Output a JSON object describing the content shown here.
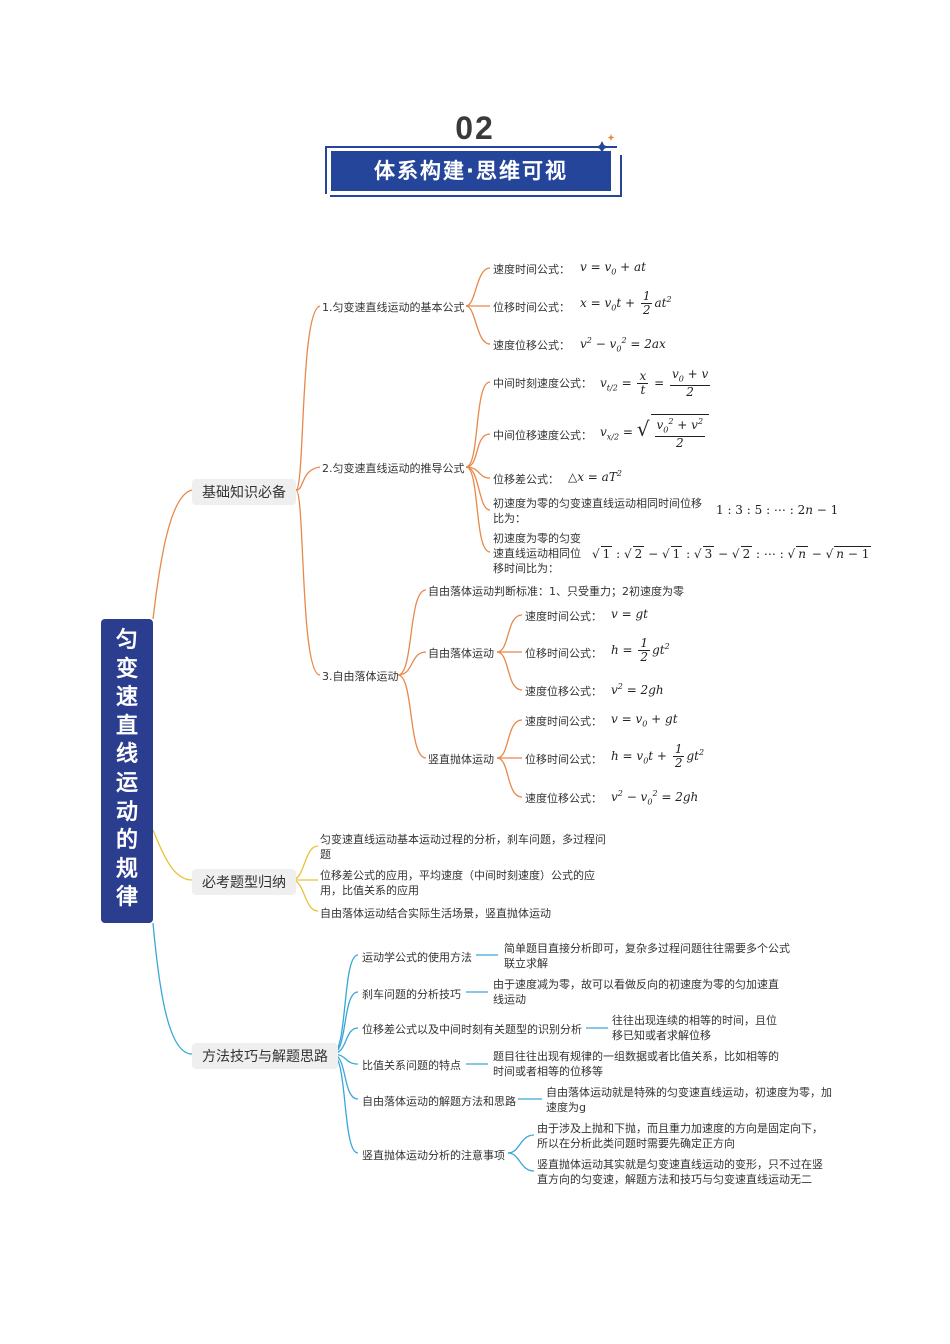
{
  "header": {
    "number": "02",
    "title": "体系构建·思维可视"
  },
  "root": "匀变速直线运动的规律",
  "branches": {
    "basics": {
      "label": "基础知识必备",
      "basic_formulas": {
        "label": "1.匀变速直线运动的基本公式",
        "vt_label": "速度时间公式：",
        "vt_formula": "v = v₀ + at",
        "xt_label": "位移时间公式：",
        "xt_formula": "x = v₀t + ½at²",
        "vx_label": "速度位移公式：",
        "vx_formula": "v² − v₀² = 2ax"
      },
      "derived_formulas": {
        "label": "2.匀变速直线运动的推导公式",
        "mid_time_label": "中间时刻速度公式：",
        "mid_time_formula": "v_{t/2} = x/t = (v₀+v)/2",
        "mid_pos_label": "中间位移速度公式：",
        "mid_pos_formula": "v_{x/2} = √((v₀²+v²)/2)",
        "delta_label": "位移差公式：",
        "delta_formula": "△x = aT²",
        "equal_time_label": "初速度为零的匀变速直线运动相同时间位移比为：",
        "equal_time_formula": "1 : 3 : 5 : ⋯ : 2n − 1",
        "equal_disp_label": "初速度为零的匀变速直线运动相同位移时间比为：",
        "equal_disp_formula": "√1 : √2 − √1 : √3 − √2 : ⋯ : √n − √(n−1)"
      },
      "free_fall": {
        "label": "3.自由落体运动",
        "criterion": "自由落体运动判断标准：1、只受重力；2初速度为零",
        "ff": {
          "label": "自由落体运动",
          "vt_label": "速度时间公式：",
          "vt_formula": "v = gt",
          "xt_label": "位移时间公式：",
          "xt_formula": "h = ½gt²",
          "vx_label": "速度位移公式：",
          "vx_formula": "v² = 2gh"
        },
        "vertical": {
          "label": "竖直抛体运动",
          "vt_label": "速度时间公式：",
          "vt_formula": "v = v₀ + gt",
          "xt_label": "位移时间公式：",
          "xt_formula": "h = v₀t + ½gt²",
          "vx_label": "速度位移公式：",
          "vx_formula": "v² − v₀² = 2gh"
        }
      }
    },
    "exam": {
      "label": "必考题型归纳",
      "items": [
        "匀变速直线运动基本运动过程的分析，刹车问题，多过程问题",
        "位移差公式的应用，平均速度（中间时刻速度）公式的应用，比值关系的应用",
        "自由落体运动结合实际生活场景，竖直抛体运动"
      ]
    },
    "methods": {
      "label": "方法技巧与解题思路",
      "items": [
        {
          "label": "运动学公式的使用方法",
          "detail": "简单题目直接分析即可，复杂多过程问题往往需要多个公式联立求解"
        },
        {
          "label": "刹车问题的分析技巧",
          "detail": "由于速度减为零，故可以看做反向的初速度为零的匀加速直线运动"
        },
        {
          "label": "位移差公式以及中间时刻有关题型的识别分析",
          "detail": "往往出现连续的相等的时间，且位移已知或者求解位移"
        },
        {
          "label": "比值关系问题的特点",
          "detail": "题目往往出现有规律的一组数据或者比值关系，比如相等的时间或者相等的位移等"
        },
        {
          "label": "自由落体运动的解题方法和思路",
          "detail": "自由落体运动就是特殊的匀变速直线运动，初速度为零，加速度为g"
        },
        {
          "label": "竖直抛体运动分析的注意事项",
          "detail": "由于涉及上抛和下抛，而且重力加速度的方向是固定向下，所以在分析此类问题时需要先确定正方向",
          "detail2": "竖直抛体运动其实就是匀变速直线运动的变形，只不过在竖直方向的匀变速，解题方法和技巧与匀变速直线运动无二"
        }
      ]
    }
  },
  "colors": {
    "banner": "#24459a",
    "root": "#2b3d8f",
    "orange_branch": "#e8884a",
    "yellow_branch": "#e8c23a",
    "blue_branch": "#3aa6d8"
  }
}
